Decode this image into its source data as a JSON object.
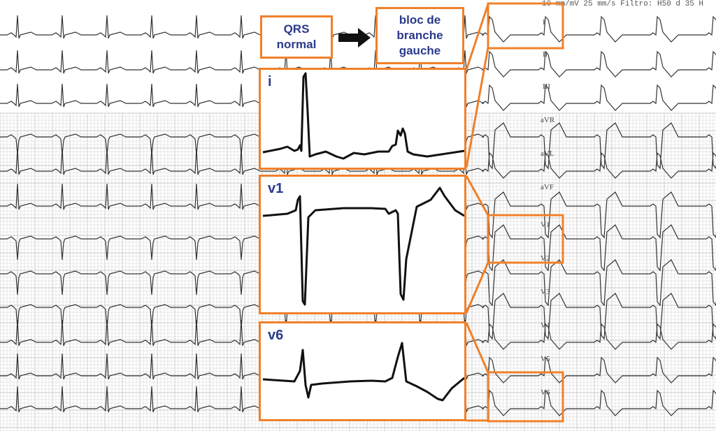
{
  "header_text": "10 mm/mV 25 mm/s Filtro: H50 d 35 H",
  "leads": [
    "I",
    "II",
    "III",
    "aVR",
    "aVL",
    "aVF",
    "V1",
    "V2",
    "V3",
    "V4",
    "V5",
    "V6"
  ],
  "annotations": {
    "before": "QRS\nnormal",
    "after": "bloc de\nbranche\ngauche"
  },
  "panels": [
    {
      "title": "i"
    },
    {
      "title": "v1"
    },
    {
      "title": "v6"
    }
  ],
  "colors": {
    "accent": "#f0802a",
    "text": "#2b3a8c",
    "trace": "#333333",
    "grid": "#c8c8c8"
  }
}
